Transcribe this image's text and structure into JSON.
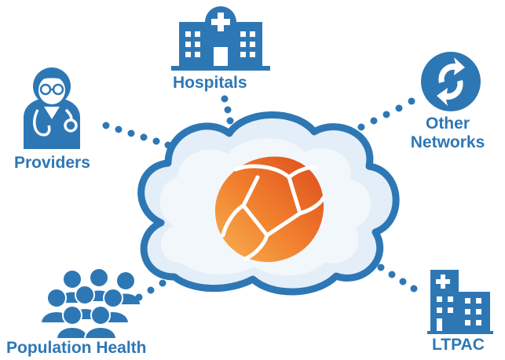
{
  "nodes": {
    "hospitals": {
      "label": "Hospitals",
      "icon": "hospital-building-icon"
    },
    "providers": {
      "label": "Providers",
      "icon": "doctor-stethoscope-icon"
    },
    "other_networks": {
      "label_line1": "Other",
      "label_line2": "Networks",
      "icon": "circular-arrows-icon"
    },
    "population_health": {
      "label": "Population Health",
      "icon": "crowd-people-icon"
    },
    "ltpac": {
      "label": "LTPAC",
      "icon": "care-facility-icon"
    }
  },
  "center": {
    "icon": "cloud-icon",
    "logo": "orange-rose-logo"
  },
  "colors": {
    "brand_blue": "#2e77b5",
    "cloud_fill": "#e3eef8",
    "cloud_stroke": "#2e77b5",
    "logo_orange": "#f07c2c",
    "logo_light": "#f6a34b",
    "logo_dark": "#dc4b1c"
  }
}
